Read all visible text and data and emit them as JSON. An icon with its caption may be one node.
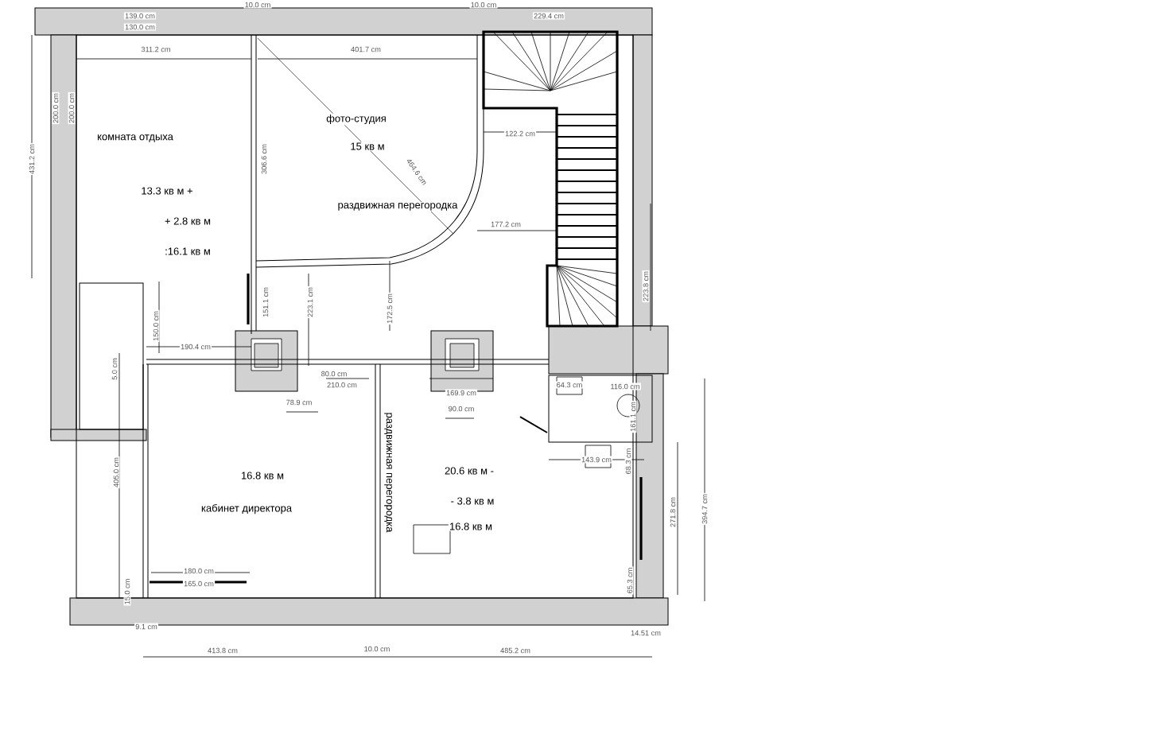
{
  "diagram": {
    "labels": [
      "10.0 cm",
      "10.0 cm",
      "139.0 cm",
      "130.0 cm",
      "229.4 cm",
      "311.2 cm",
      "401.7 cm",
      "431.2 cm",
      "200.0 cm",
      "200.0 cm",
      "комната отдыха",
      "фото-студия",
      "15 кв м",
      "122.2 cm",
      "306.6 cm",
      "464.6 cm",
      "13.3 кв м +",
      "раздвижная перегородка",
      "+ 2.8 кв м",
      "177.2 cm",
      ":16.1 кв м",
      "223.8 cm",
      "151.1 cm",
      "223.1 cm",
      "172.5 cm",
      "150.0 cm",
      "190.4 cm",
      "5.0 cm",
      "80.0 cm",
      "210.0 cm",
      "169.9 cm",
      "90.0 cm",
      "64.3 cm",
      "116.0 cm",
      "161.1 cm",
      "78.9 cm",
      "143.9 cm",
      "68.3 cm",
      "20.6 кв м -",
      "16.8 кв м",
      "раздвижная перегородка",
      "405.0 cm",
      "- 3.8 кв м",
      "кабинет директора",
      "16.8 кв м",
      "271.8 cm",
      "394.7 cm",
      "180.0 cm",
      "165.0 cm",
      "65.3 cm",
      "15.0 cm",
      "9.1 cm",
      "14.51 cm",
      "413.8 cm",
      "10.0 cm",
      "485.2 cm"
    ]
  }
}
